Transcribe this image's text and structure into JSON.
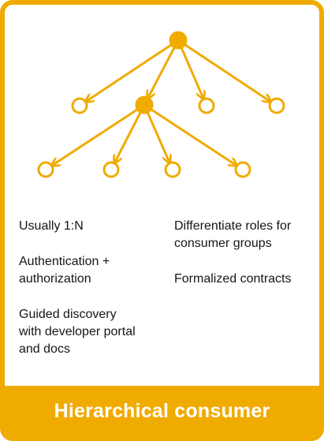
{
  "diagram": {
    "accent_color": "#f0ab00",
    "nodes": [
      {
        "id": "root",
        "filled": true
      },
      {
        "id": "l1a",
        "filled": false
      },
      {
        "id": "l1b",
        "filled": true
      },
      {
        "id": "l1c",
        "filled": false
      },
      {
        "id": "l1d",
        "filled": false
      },
      {
        "id": "l2a",
        "filled": false
      },
      {
        "id": "l2b",
        "filled": false
      },
      {
        "id": "l2c",
        "filled": false
      },
      {
        "id": "l2d",
        "filled": false
      }
    ],
    "edges": [
      [
        "root",
        "l1a"
      ],
      [
        "root",
        "l1b"
      ],
      [
        "root",
        "l1c"
      ],
      [
        "root",
        "l1d"
      ],
      [
        "l1b",
        "l2a"
      ],
      [
        "l1b",
        "l2b"
      ],
      [
        "l1b",
        "l2c"
      ],
      [
        "l1b",
        "l2d"
      ]
    ]
  },
  "left_column": [
    "Usually 1:N",
    "Authentication +\nauthorization",
    "Guided discovery\nwith developer portal\nand docs"
  ],
  "right_column": [
    "Differentiate roles for\nconsumer groups",
    "Formalized contracts"
  ],
  "footer": {
    "title": "Hierarchical consumer"
  }
}
